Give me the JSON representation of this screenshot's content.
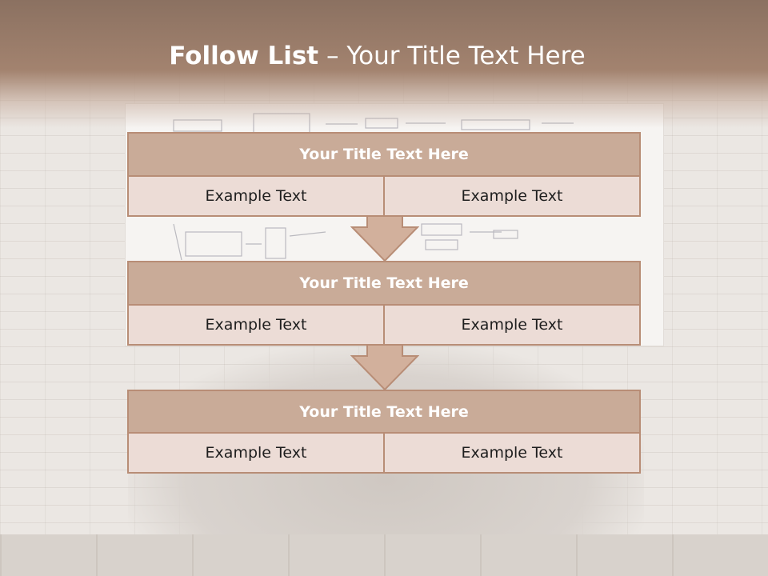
{
  "title": {
    "bold": "Follow List",
    "separator": " – ",
    "rest": "Your Title Text Here"
  },
  "blocks": [
    {
      "heading": "Your Title Text Here",
      "left": "Example Text",
      "right": "Example Text"
    },
    {
      "heading": "Your Title Text Here",
      "left": "Example Text",
      "right": "Example Text"
    },
    {
      "heading": "Your Title Text Here",
      "left": "Example Text",
      "right": "Example Text"
    }
  ],
  "colors": {
    "banner": "#9a7b68",
    "heading_fill": "#c9ab98",
    "cell_fill": "#ecdcd6",
    "border": "#b88d76",
    "arrow_fill": "#d2b09c"
  }
}
